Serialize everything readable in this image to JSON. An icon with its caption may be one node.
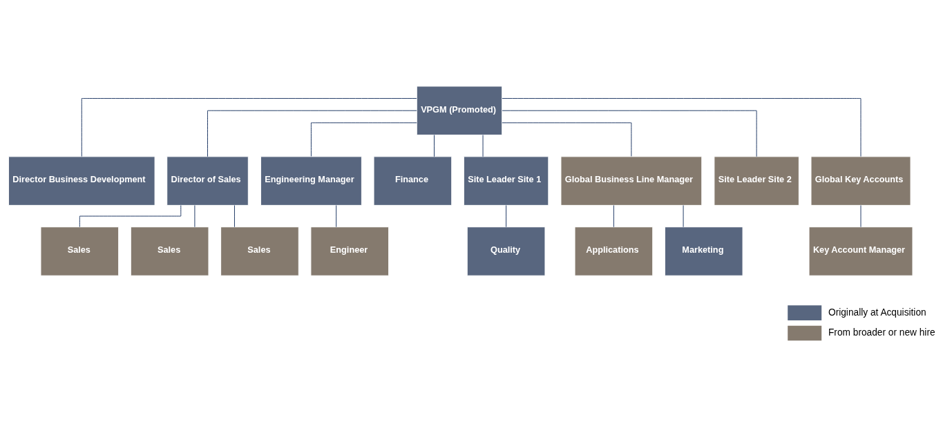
{
  "diagram": {
    "nodes": [
      {
        "text": [
          "VPGM (Promoted)"
        ]
      },
      {
        "text": [
          "Director Business Development"
        ]
      },
      {
        "text": [
          "Director of Sales"
        ]
      },
      {
        "text": [
          "Engineering Manager"
        ]
      },
      {
        "text": [
          "Finance"
        ]
      },
      {
        "text": [
          "Site Leader Site 1"
        ]
      },
      {
        "text": [
          "Global Business Line Manager"
        ]
      },
      {
        "text": [
          "Site Leader Site 2"
        ]
      },
      {
        "text": [
          "Global Key Accounts"
        ]
      },
      {
        "text": [
          "Sales"
        ]
      },
      {
        "text": [
          "Sales"
        ]
      },
      {
        "text": [
          "Sales"
        ]
      },
      {
        "text": [
          "Engineer"
        ]
      },
      {
        "text": [
          "Quality"
        ]
      },
      {
        "text": [
          "Applications"
        ]
      },
      {
        "text": [
          "Marketing"
        ]
      },
      {
        "text": [
          "Key Account Manager"
        ]
      }
    ],
    "edges": [
      {
        "from": 0,
        "to": 1,
        "arrow": "none"
      },
      {
        "from": 0,
        "to": 2,
        "arrow": "none"
      },
      {
        "from": 0,
        "to": 3,
        "arrow": "none"
      },
      {
        "from": 0,
        "to": 4,
        "arrow": "none"
      },
      {
        "from": 0,
        "to": 5,
        "arrow": "none"
      },
      {
        "from": 0,
        "to": 6,
        "arrow": "none"
      },
      {
        "from": 0,
        "to": 7,
        "arrow": "none"
      },
      {
        "from": 0,
        "to": 8,
        "arrow": "none"
      },
      {
        "from": 2,
        "to": 9,
        "arrow": "none"
      },
      {
        "from": 2,
        "to": 10,
        "arrow": "none"
      },
      {
        "from": 2,
        "to": 11,
        "arrow": "none"
      },
      {
        "from": 3,
        "to": 12,
        "arrow": "none"
      },
      {
        "from": 5,
        "to": 13,
        "arrow": "none"
      },
      {
        "from": 6,
        "to": 14,
        "arrow": "none"
      },
      {
        "from": 6,
        "to": 15,
        "arrow": "none"
      },
      {
        "from": 8,
        "to": 16,
        "arrow": "none"
      }
    ],
    "legend": [
      {
        "text": "Originally at Acquisition",
        "color": "#58667f"
      },
      {
        "text": "From broader or new hire",
        "color": "#857a6e"
      }
    ]
  }
}
